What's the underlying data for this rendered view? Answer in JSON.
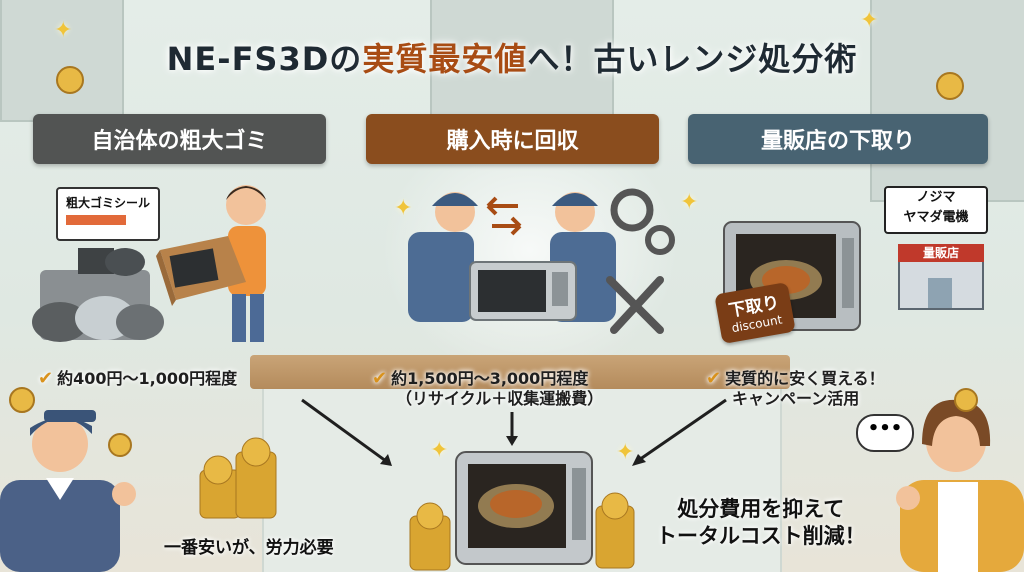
{
  "title": {
    "before": "NE-FS3Dの",
    "highlight": "実質最安値",
    "after": "へ！古いレンジ処分術"
  },
  "columns": [
    {
      "header": "自治体の粗大ゴミ",
      "price": "約400円〜1,000円程度"
    },
    {
      "header": "購入時に回収",
      "price": "約1,500円〜3,000円程度",
      "note": "（リサイクル＋収集運搬費）"
    },
    {
      "header": "量販店の下取り",
      "price": "実質的に安く買える！",
      "note": "キャンペーン活用"
    }
  ],
  "labels": {
    "sticker": "粗大ゴミシール",
    "badge_main": "下取り",
    "badge_sub": "discount",
    "store_line1": "ノジマ",
    "store_line2": "ヤマダ電機",
    "store_awning": "量販店",
    "check": "✔",
    "bubble": "•••"
  },
  "captions": {
    "cheap": "一番安いが、労力必要",
    "reduce_line1": "処分費用を抑えて",
    "reduce_line2": "トータルコスト削減！"
  },
  "colors": {
    "accent": "#a84c14",
    "header_gray": "#525453",
    "header_brown": "#8a4d1e",
    "header_steel": "#486372",
    "coin": "#d9a531"
  }
}
